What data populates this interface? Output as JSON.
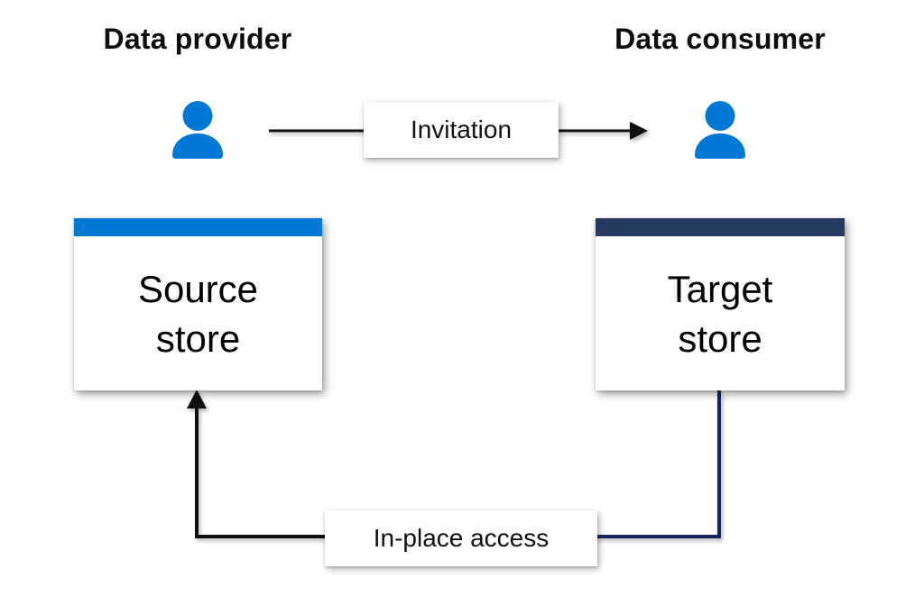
{
  "diagram": {
    "provider": {
      "title": "Data provider"
    },
    "consumer": {
      "title": "Data consumer"
    },
    "stores": {
      "source": {
        "line1": "Source",
        "line2": "store"
      },
      "target": {
        "line1": "Target",
        "line2": "store"
      }
    },
    "connectors": {
      "invitation": {
        "label": "Invitation"
      },
      "in_place_access": {
        "label": "In-place access"
      }
    },
    "icons": {
      "provider_person": "person-icon",
      "consumer_person": "person-icon"
    },
    "colors": {
      "person_blue": "#0078D4",
      "source_header": "#0078D4",
      "target_header": "#243A5E",
      "navy_connector": "#16265B",
      "black_connector": "#111111",
      "label_box_bg": "#FFFFFF"
    }
  }
}
